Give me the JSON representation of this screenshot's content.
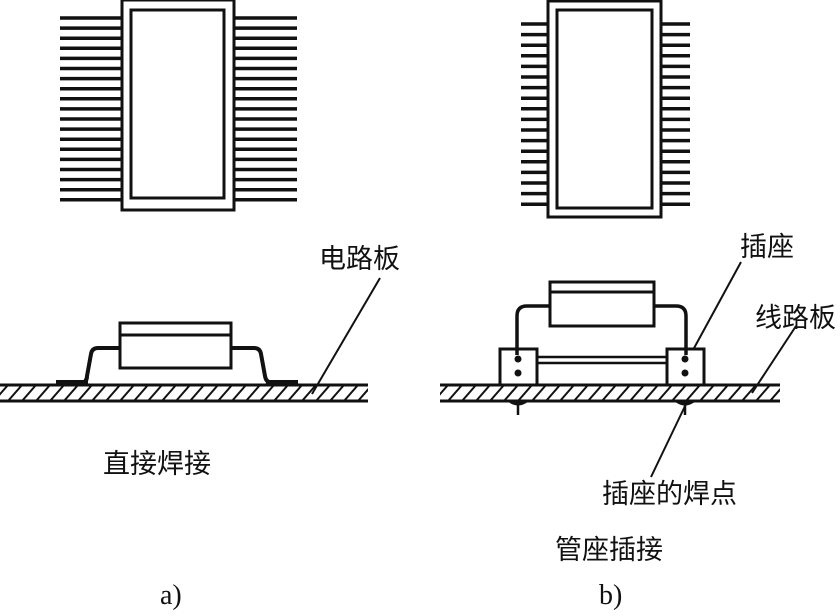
{
  "left": {
    "board_label": "电路板",
    "method_label": "直接焊接",
    "sub_label": "a)"
  },
  "right": {
    "socket_label": "插座",
    "board_label": "线路板",
    "joint_label": "插座的焊点",
    "method_label": "管座插接",
    "sub_label": "b)"
  },
  "colors": {
    "ink": "#111111",
    "background": "#ffffff"
  }
}
